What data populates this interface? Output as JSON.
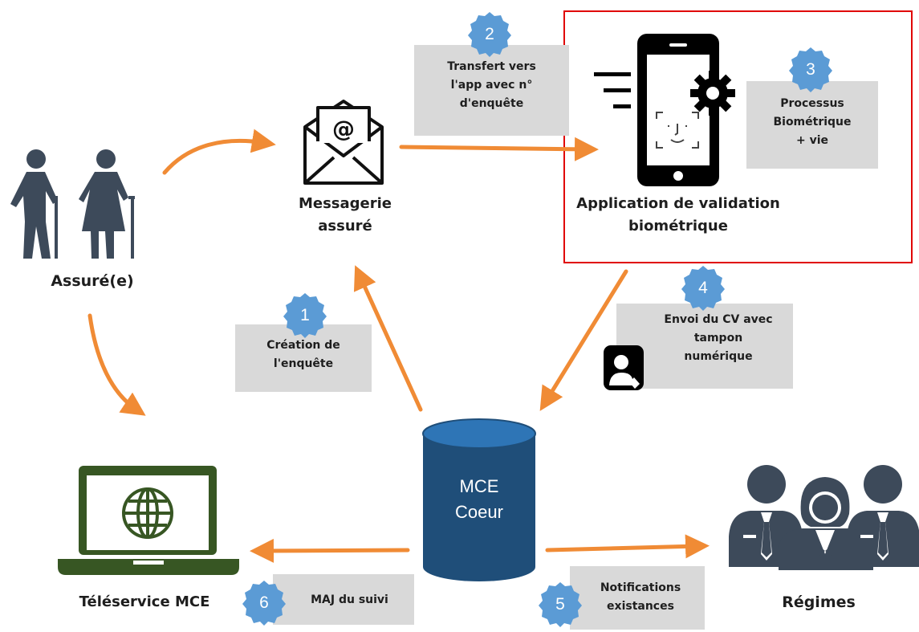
{
  "nodes": {
    "assure": "Assuré(e)",
    "messagerie": [
      "Messagerie",
      "assuré"
    ],
    "application": [
      "Application de validation",
      "biométrique"
    ],
    "mce_coeur": [
      "MCE",
      "Coeur"
    ],
    "teleservice": "Téléservice MCE",
    "regimes": "Régimes"
  },
  "steps": [
    {
      "number": "1",
      "lines": [
        "Création de",
        "l'enquête"
      ]
    },
    {
      "number": "2",
      "lines": [
        "Transfert vers",
        "l'app avec n°",
        "d'enquête"
      ]
    },
    {
      "number": "3",
      "lines": [
        "Processus",
        "Biométrique",
        "+ vie"
      ]
    },
    {
      "number": "4",
      "lines": [
        "Envoi du CV avec",
        "tampon",
        "numérique"
      ]
    },
    {
      "number": "5",
      "lines": [
        "Notifications",
        "existances"
      ]
    },
    {
      "number": "6",
      "lines": [
        "MAJ du suivi"
      ]
    }
  ],
  "colors": {
    "arrow": "#f08b35",
    "badge": "#5b9bd5",
    "box": "#d9d9d9",
    "cylinder": "#1f4e79",
    "laptop": "#375623",
    "people": "#3d4a5a",
    "highlight": "#e00000"
  },
  "icons": {
    "assure": "elderly-couple-icon",
    "messagerie": "email-envelope-icon",
    "application": "smartphone-face-id-icon",
    "teleservice": "laptop-globe-icon",
    "regimes": "business-people-icon",
    "stamp": "user-stamp-icon"
  }
}
